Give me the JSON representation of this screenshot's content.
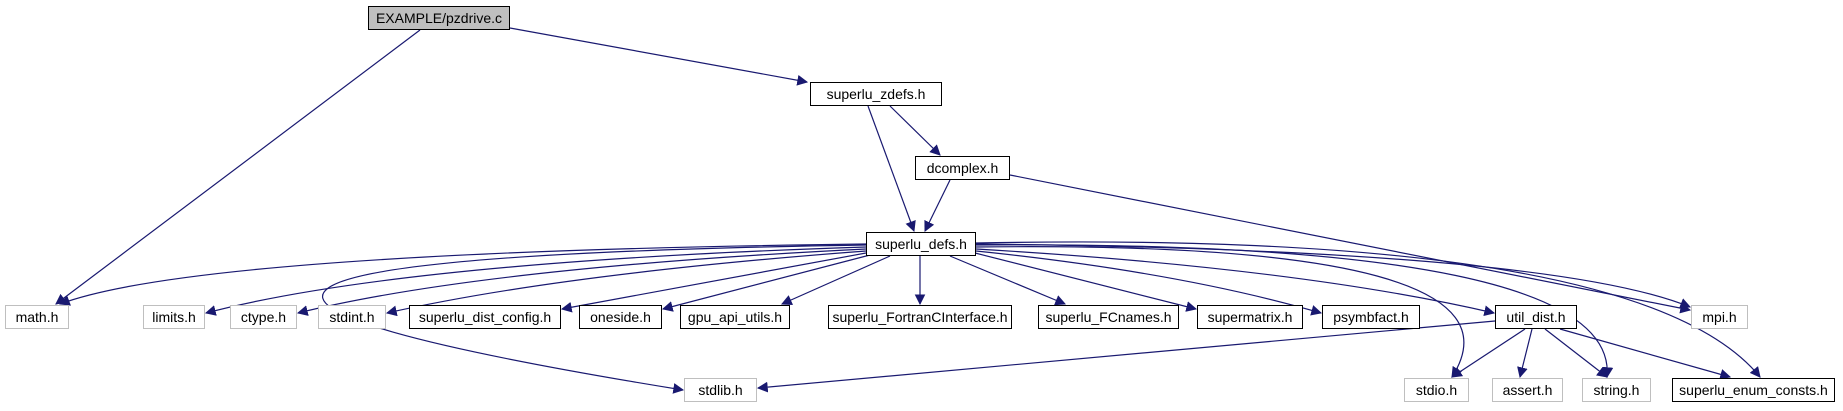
{
  "graph": {
    "root": "EXAMPLE/pzdrive.c",
    "nodes": {
      "pzdrive": "EXAMPLE/pzdrive.c",
      "superlu_zdefs": "superlu_zdefs.h",
      "math": "math.h",
      "dcomplex": "dcomplex.h",
      "superlu_defs": "superlu_defs.h",
      "limits": "limits.h",
      "ctype": "ctype.h",
      "stdint": "stdint.h",
      "superlu_dist_config": "superlu_dist_config.h",
      "oneside": "oneside.h",
      "gpu_api_utils": "gpu_api_utils.h",
      "superlu_FortranCInterface": "superlu_FortranCInterface.h",
      "superlu_FCnames": "superlu_FCnames.h",
      "supermatrix": "supermatrix.h",
      "psymbfact": "psymbfact.h",
      "util_dist": "util_dist.h",
      "mpi": "mpi.h",
      "stdlib": "stdlib.h",
      "stdio": "stdio.h",
      "assert": "assert.h",
      "string": "string.h",
      "superlu_enum_consts": "superlu_enum_consts.h"
    },
    "edges": [
      [
        "pzdrive",
        "superlu_zdefs"
      ],
      [
        "pzdrive",
        "math"
      ],
      [
        "superlu_zdefs",
        "superlu_defs"
      ],
      [
        "superlu_zdefs",
        "dcomplex"
      ],
      [
        "dcomplex",
        "superlu_defs"
      ],
      [
        "dcomplex",
        "mpi"
      ],
      [
        "superlu_defs",
        "math"
      ],
      [
        "superlu_defs",
        "limits"
      ],
      [
        "superlu_defs",
        "ctype"
      ],
      [
        "superlu_defs",
        "stdint"
      ],
      [
        "superlu_defs",
        "superlu_dist_config"
      ],
      [
        "superlu_defs",
        "oneside"
      ],
      [
        "superlu_defs",
        "gpu_api_utils"
      ],
      [
        "superlu_defs",
        "superlu_FortranCInterface"
      ],
      [
        "superlu_defs",
        "superlu_FCnames"
      ],
      [
        "superlu_defs",
        "supermatrix"
      ],
      [
        "superlu_defs",
        "psymbfact"
      ],
      [
        "superlu_defs",
        "util_dist"
      ],
      [
        "superlu_defs",
        "mpi"
      ],
      [
        "superlu_defs",
        "stdlib"
      ],
      [
        "superlu_defs",
        "stdio"
      ],
      [
        "superlu_defs",
        "string"
      ],
      [
        "superlu_defs",
        "superlu_enum_consts"
      ],
      [
        "util_dist",
        "stdlib"
      ],
      [
        "util_dist",
        "stdio"
      ],
      [
        "util_dist",
        "assert"
      ],
      [
        "util_dist",
        "string"
      ],
      [
        "util_dist",
        "superlu_enum_consts"
      ]
    ],
    "colors": {
      "edge": "#191970",
      "doc_border": "#000000",
      "sys_border": "#bfbfbf",
      "root_fill": "#bfbfbf"
    }
  }
}
